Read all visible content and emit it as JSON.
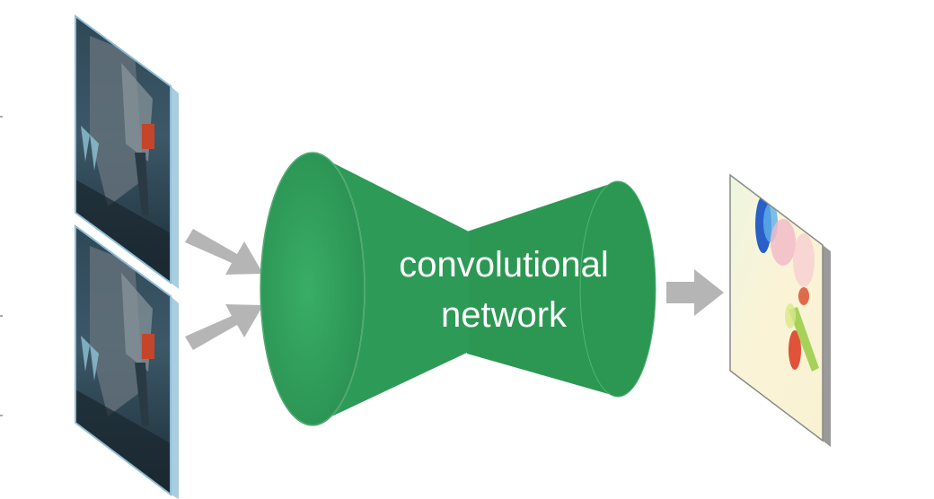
{
  "network": {
    "label_line1": "convolutional",
    "label_line2": "network"
  },
  "colors": {
    "network_green": "#2e9a57",
    "network_green_dark": "#1f7d44",
    "arrow_gray": "#b5b5b5",
    "frame_edge": "#8fbcd6",
    "flow_edge": "#8a8a8a"
  },
  "icons": {
    "input_frame_1": "video-frame-image",
    "input_frame_2": "video-frame-image",
    "output": "optical-flow-map"
  }
}
